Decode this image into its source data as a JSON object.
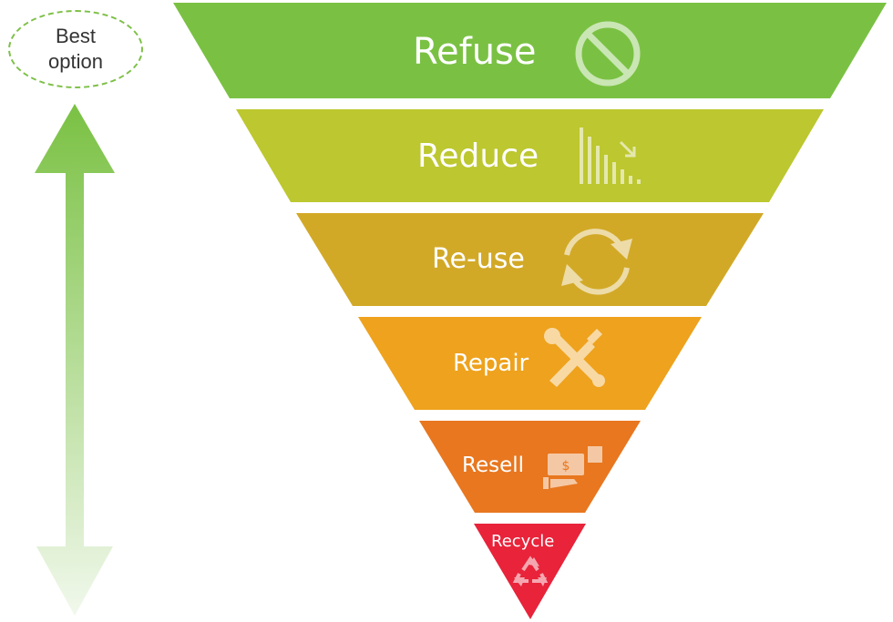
{
  "badge": {
    "line1": "Best",
    "line2": "option"
  },
  "tiers": [
    {
      "label": "Refuse",
      "color": "#7ac143",
      "icon": "prohibited-icon"
    },
    {
      "label": "Reduce",
      "color": "#bdc72f",
      "icon": "bar-chart-decrease-icon"
    },
    {
      "label": "Re-use",
      "color": "#d2a927",
      "icon": "cycle-arrows-icon"
    },
    {
      "label": "Repair",
      "color": "#eea21d",
      "icon": "wrench-screwdriver-icon"
    },
    {
      "label": "Resell",
      "color": "#e8771f",
      "icon": "hand-money-icon"
    },
    {
      "label": "Recycle",
      "color": "#e8233a",
      "icon": "recycle-icon"
    }
  ],
  "arrow": {
    "top_color": "#7ac143",
    "bottom_color": "#f1f8ec"
  }
}
